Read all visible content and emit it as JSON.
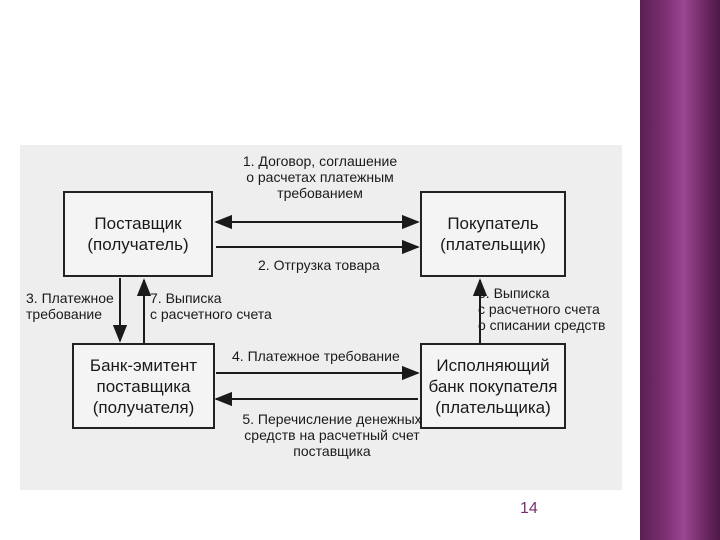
{
  "colors": {
    "accent_band": "#7a2f70",
    "page_number": "#7a2f70",
    "figure_bg": "#eeeeee"
  },
  "boxes": {
    "supplier": "Поставщик\n(получатель)",
    "buyer": "Покупатель\n(плательщик)",
    "issuer_bank": "Банк-эмитент\nпоставщика\n(получателя)",
    "executing_bank": "Исполняющий\nбанк покупателя\n(плательщика)"
  },
  "labels": {
    "step1": "1. Договор, соглашение\nо расчетах платежным\nтребованием",
    "step2": "2. Отгрузка товара",
    "step3": "3. Платежное\nтребование",
    "step4": "4. Платежное требование",
    "step5": "5. Перечисление денежных\nсредств на расчетный счет\nпоставщика",
    "step6": "6. Выписка\nс расчетного счета\nо списании средств",
    "step7": "7. Выписка\nс расчетного счета"
  },
  "page_number": "14"
}
